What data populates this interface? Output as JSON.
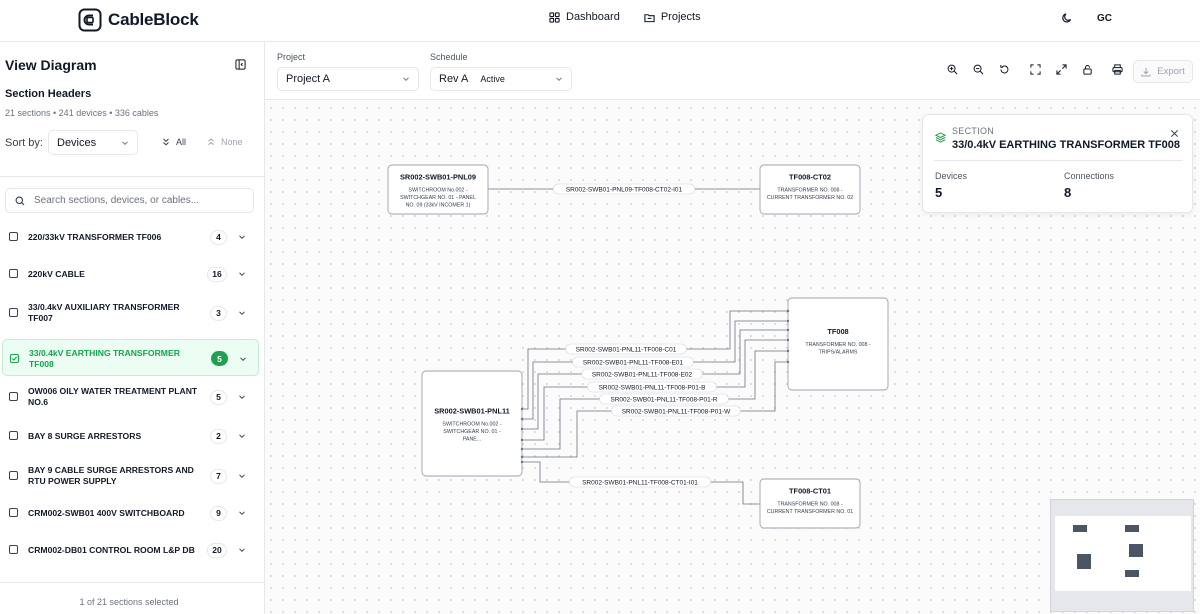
{
  "app": {
    "name": "CableBlock"
  },
  "nav": [
    {
      "label": "Dashboard",
      "icon": "grid-icon"
    },
    {
      "label": "Projects",
      "icon": "folder-icon"
    }
  ],
  "user": {
    "initials": "GC"
  },
  "sidebar": {
    "title": "View Diagram",
    "subtitle": "Section Headers",
    "stats": "21 sections • 241 devices • 336 cables",
    "sort_label": "Sort by:",
    "sort_value": "Devices",
    "select_all": "All",
    "select_none": "None",
    "search_placeholder": "Search sections, devices, or cables...",
    "items": [
      {
        "label": "220/33kV TRANSFORMER TF006",
        "count": "4",
        "selected": false
      },
      {
        "label": "220kV CABLE",
        "count": "16",
        "selected": false
      },
      {
        "label": "33/0.4kV AUXILIARY TRANSFORMER TF007",
        "count": "3",
        "selected": false
      },
      {
        "label": "33/0.4kV EARTHING TRANSFORMER TF008",
        "count": "5",
        "selected": true
      },
      {
        "label": "OW006 OILY WATER TREATMENT PLANT NO.6",
        "count": "5",
        "selected": false
      },
      {
        "label": "BAY 8 SURGE ARRESTORS",
        "count": "2",
        "selected": false
      },
      {
        "label": "BAY 9 CABLE SURGE ARRESTORS AND RTU POWER SUPPLY",
        "count": "7",
        "selected": false
      },
      {
        "label": "CRM002-SWB01 400V SWITCHBOARD",
        "count": "9",
        "selected": false
      },
      {
        "label": "CRM002-DB01 CONTROL ROOM L&P DB",
        "count": "20",
        "selected": false
      }
    ],
    "footer": "1 of 21 sections selected"
  },
  "toolbar": {
    "project_label": "Project",
    "project_value": "Project A",
    "schedule_label": "Schedule",
    "schedule_value": "Rev A",
    "schedule_status": "Active",
    "export_label": "Export"
  },
  "section_panel": {
    "kicker": "SECTION",
    "title": "33/0.4kV EARTHING TRANSFORMER TF008",
    "devices_label": "Devices",
    "devices_value": "5",
    "connections_label": "Connections",
    "connections_value": "8"
  },
  "diagram": {
    "nodes": [
      {
        "id": "SR002-SWB01-PNL09",
        "title": "SR002-SWB01-PNL09",
        "desc": "SWITCHROOM No.002 - SWITCHGEAR NO. 01 - PANEL NO. 09 (33kV INCOMER 1)"
      },
      {
        "id": "TF008-CT02",
        "title": "TF008-CT02",
        "desc": "TRANSFORMER NO. 008 - CURRENT TRANSFORMER NO. 02"
      },
      {
        "id": "TF008",
        "title": "TF008",
        "desc": "TRANSFORMER NO. 008 - TRIPS/ALARMS"
      },
      {
        "id": "SR002-SWB01-PNL11",
        "title": "SR002-SWB01-PNL11",
        "desc": "SWITCHROOM No.002 - SWITCHGEAR NO. 01 - PANE..."
      },
      {
        "id": "TF008-CT01",
        "title": "TF008-CT01",
        "desc": "TRANSFORMER NO. 008 - CURRENT TRANSFORMER NO. 01"
      }
    ],
    "cables": [
      {
        "label": "SR002-SWB01-PNL09-TF008-CT02-I01",
        "from": "SR002-SWB01-PNL09",
        "to": "TF008-CT02"
      },
      {
        "label": "SR002-SWB01-PNL11-TF008-C01",
        "from": "SR002-SWB01-PNL11",
        "to": "TF008"
      },
      {
        "label": "SR002-SWB01-PNL11-TF008-E01",
        "from": "SR002-SWB01-PNL11",
        "to": "TF008"
      },
      {
        "label": "SR002-SWB01-PNL11-TF008-E02",
        "from": "SR002-SWB01-PNL11",
        "to": "TF008"
      },
      {
        "label": "SR002-SWB01-PNL11-TF008-P01-B",
        "from": "SR002-SWB01-PNL11",
        "to": "TF008"
      },
      {
        "label": "SR002-SWB01-PNL11-TF008-P01-R",
        "from": "SR002-SWB01-PNL11",
        "to": "TF008"
      },
      {
        "label": "SR002-SWB01-PNL11-TF008-P01-W",
        "from": "SR002-SWB01-PNL11",
        "to": "TF008"
      },
      {
        "label": "SR002-SWB01-PNL11-TF008-CT01-I01",
        "from": "SR002-SWB01-PNL11",
        "to": "TF008-CT01"
      }
    ]
  },
  "colors": {
    "accent": "#22a052",
    "accent_text": "#16a34a",
    "accent_bg": "#ecfdf3",
    "border": "#e5e7eb",
    "line": "#6b7280"
  }
}
